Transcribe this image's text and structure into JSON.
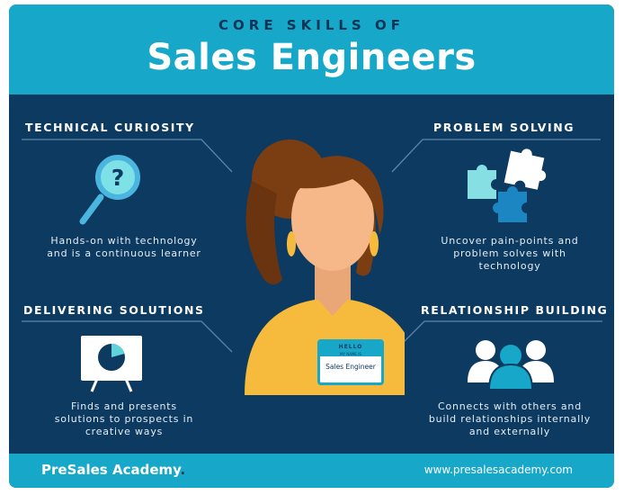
{
  "header": {
    "kicker": "CORE SKILLS OF",
    "title": "Sales Engineers"
  },
  "skills": [
    {
      "title": "TECHNICAL CURIOSITY",
      "desc": [
        "Hands-on with technology",
        "and is a continuous learner"
      ],
      "icon": "magnifier-question-icon"
    },
    {
      "title": "PROBLEM SOLVING",
      "desc": [
        "Uncover pain-points and",
        "problem solves with",
        "technology"
      ],
      "icon": "puzzle-pieces-icon"
    },
    {
      "title": "DELIVERING SOLUTIONS",
      "desc": [
        "Finds and presents",
        "solutions to prospects in",
        "creative ways"
      ],
      "icon": "presentation-board-icon"
    },
    {
      "title": "RELATIONSHIP BUILDING",
      "desc": [
        "Connects with others and",
        "build relationships internally",
        "and externally"
      ],
      "icon": "people-group-icon"
    }
  ],
  "badge": {
    "hello": "HELLO",
    "small": "MY NAME IS",
    "name": "Sales Engineer"
  },
  "footer": {
    "brand": "PreSales Academy",
    "brand_dot": ".",
    "site": "www.presalesacademy.com"
  },
  "colors": {
    "navy": "#0d3a60",
    "teal": "#17a7c9",
    "accent": "#5fd2dc",
    "shirt": "#f6bb3c",
    "skin": "#f6b889",
    "hair": "#7b3d12"
  }
}
